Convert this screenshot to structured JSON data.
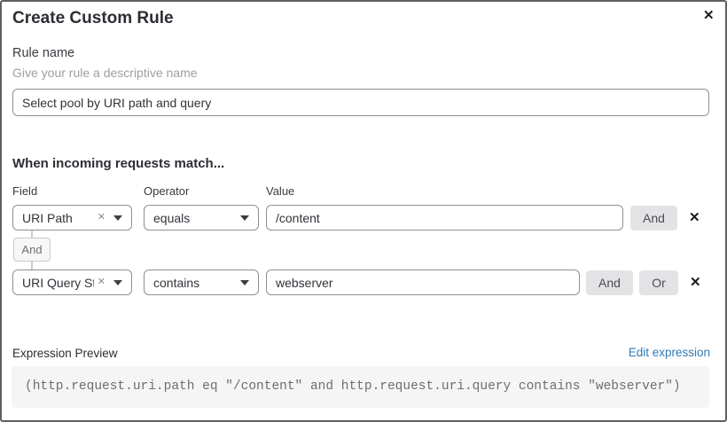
{
  "dialog": {
    "title": "Create Custom Rule",
    "close_icon": "✕"
  },
  "rule_name": {
    "label": "Rule name",
    "helper": "Give your rule a descriptive name",
    "value": "Select pool by URI path and query"
  },
  "match": {
    "heading": "When incoming requests match...",
    "columns": {
      "field": "Field",
      "operator": "Operator",
      "value": "Value"
    },
    "connector_label": "And",
    "rows": [
      {
        "field": "URI Path",
        "clear_icon": "✕",
        "operator": "equals",
        "value": "/content",
        "and_label": "And",
        "remove_icon": "✕"
      },
      {
        "field": "URI Query St...",
        "clear_icon": "✕",
        "operator": "contains",
        "value": "webserver",
        "and_label": "And",
        "or_label": "Or",
        "remove_icon": "✕"
      }
    ]
  },
  "expression": {
    "label": "Expression Preview",
    "edit_link": "Edit expression",
    "code": "(http.request.uri.path eq \"/content\" and http.request.uri.query contains \"webserver\")"
  },
  "colors": {
    "link_blue": "#2e7cb8",
    "chip_button_bg": "#e3e3e5",
    "code_box_bg": "#f5f5f6",
    "input_border": "#8d9095",
    "dialog_border": "#5d5f63"
  }
}
